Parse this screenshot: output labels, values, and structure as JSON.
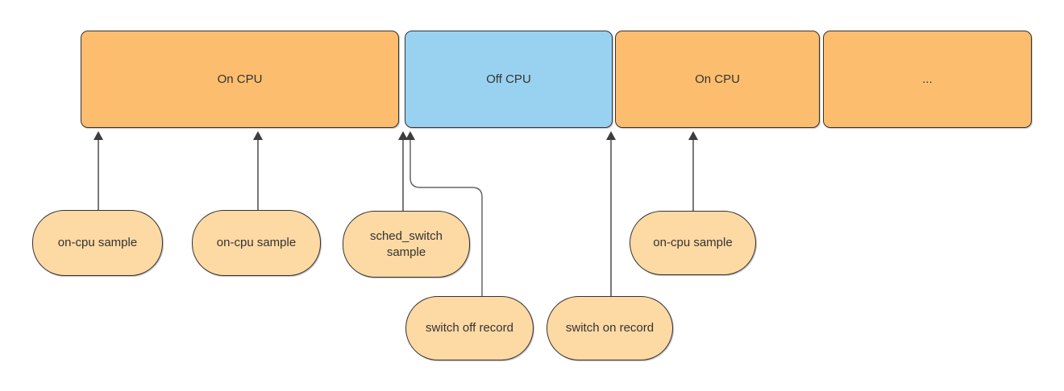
{
  "timeline": {
    "segments": [
      {
        "id": "on-cpu-1",
        "label": "On CPU",
        "state": "on",
        "fill": "#FCBE6E"
      },
      {
        "id": "off-cpu",
        "label": "Off CPU",
        "state": "off",
        "fill": "#99D2F0"
      },
      {
        "id": "on-cpu-2",
        "label": "On CPU",
        "state": "on",
        "fill": "#FCBE6E"
      },
      {
        "id": "continuation",
        "label": "...",
        "state": "on",
        "fill": "#FCBE6E"
      }
    ]
  },
  "events": [
    {
      "id": "on-cpu-sample-1",
      "label": "on-cpu sample",
      "connector": "straight-arrow-up",
      "points_to": "on-cpu-1"
    },
    {
      "id": "on-cpu-sample-2",
      "label": "on-cpu sample",
      "connector": "straight-arrow-up",
      "points_to": "on-cpu-1"
    },
    {
      "id": "sched-switch-sample",
      "label": "sched_switch sample",
      "connector": "straight-arrow-up",
      "points_to": "on-cpu-1-end"
    },
    {
      "id": "switch-off-record",
      "label": "switch off record",
      "connector": "elbow-arrow-up",
      "points_to": "off-cpu-start"
    },
    {
      "id": "switch-on-record",
      "label": "switch on record",
      "connector": "straight-arrow-up",
      "points_to": "on-cpu-2-start"
    },
    {
      "id": "on-cpu-sample-3",
      "label": "on-cpu sample",
      "connector": "straight-arrow-up",
      "points_to": "on-cpu-2"
    }
  ],
  "colors": {
    "on_cpu_fill": "#FCBE6E",
    "off_cpu_fill": "#99D2F0",
    "event_pill_fill": "#FDD9A4",
    "shape_border": "#333333",
    "connector_stroke": "#4a4a4a",
    "text": "#333333",
    "background": "#FFFFFF"
  }
}
